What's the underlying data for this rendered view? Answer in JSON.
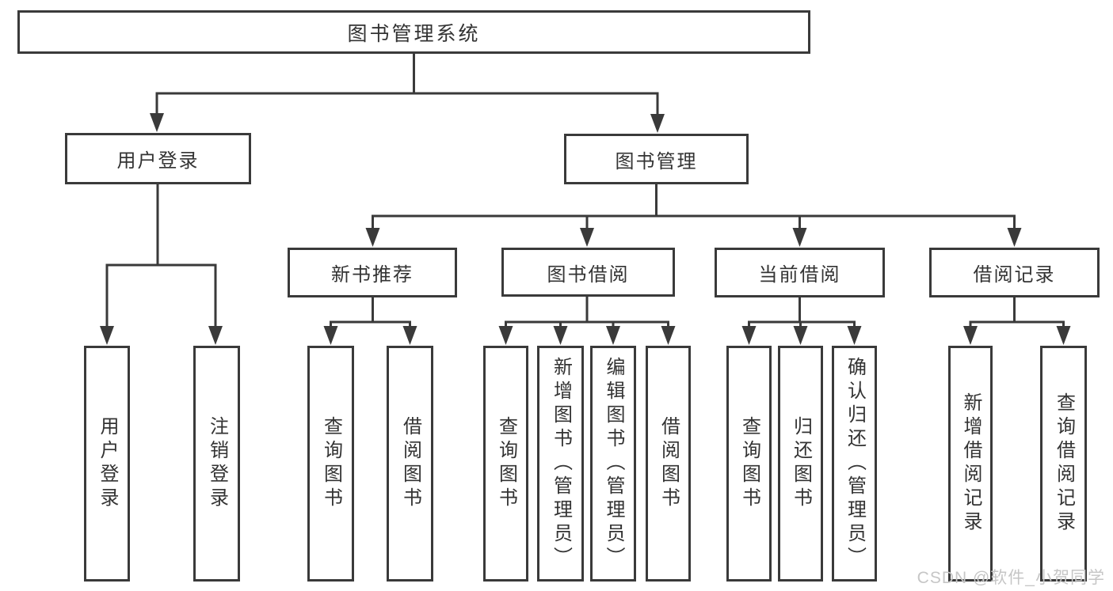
{
  "nodes": {
    "root": "图书管理系统",
    "login": "用户登录",
    "management": "图书管理",
    "login_children": [
      "用户登录",
      "注销登录"
    ],
    "groups": [
      {
        "label": "新书推荐",
        "children": [
          "查询图书",
          "借阅图书"
        ]
      },
      {
        "label": "图书借阅",
        "children": [
          "查询图书",
          "新增图书（管理员）",
          "编辑图书（管理员）",
          "借阅图书"
        ]
      },
      {
        "label": "当前借阅",
        "children": [
          "查询图书",
          "归还图书",
          "确认归还（管理员）"
        ]
      },
      {
        "label": "借阅记录",
        "children": [
          "新增借阅记录",
          "查询借阅记录"
        ]
      }
    ]
  },
  "watermark": "CSDN @软件_小贺同学",
  "colors": {
    "line": "#3a3a3a",
    "text": "#333333",
    "background": "#ffffff",
    "watermark": "#c6c6c6"
  }
}
